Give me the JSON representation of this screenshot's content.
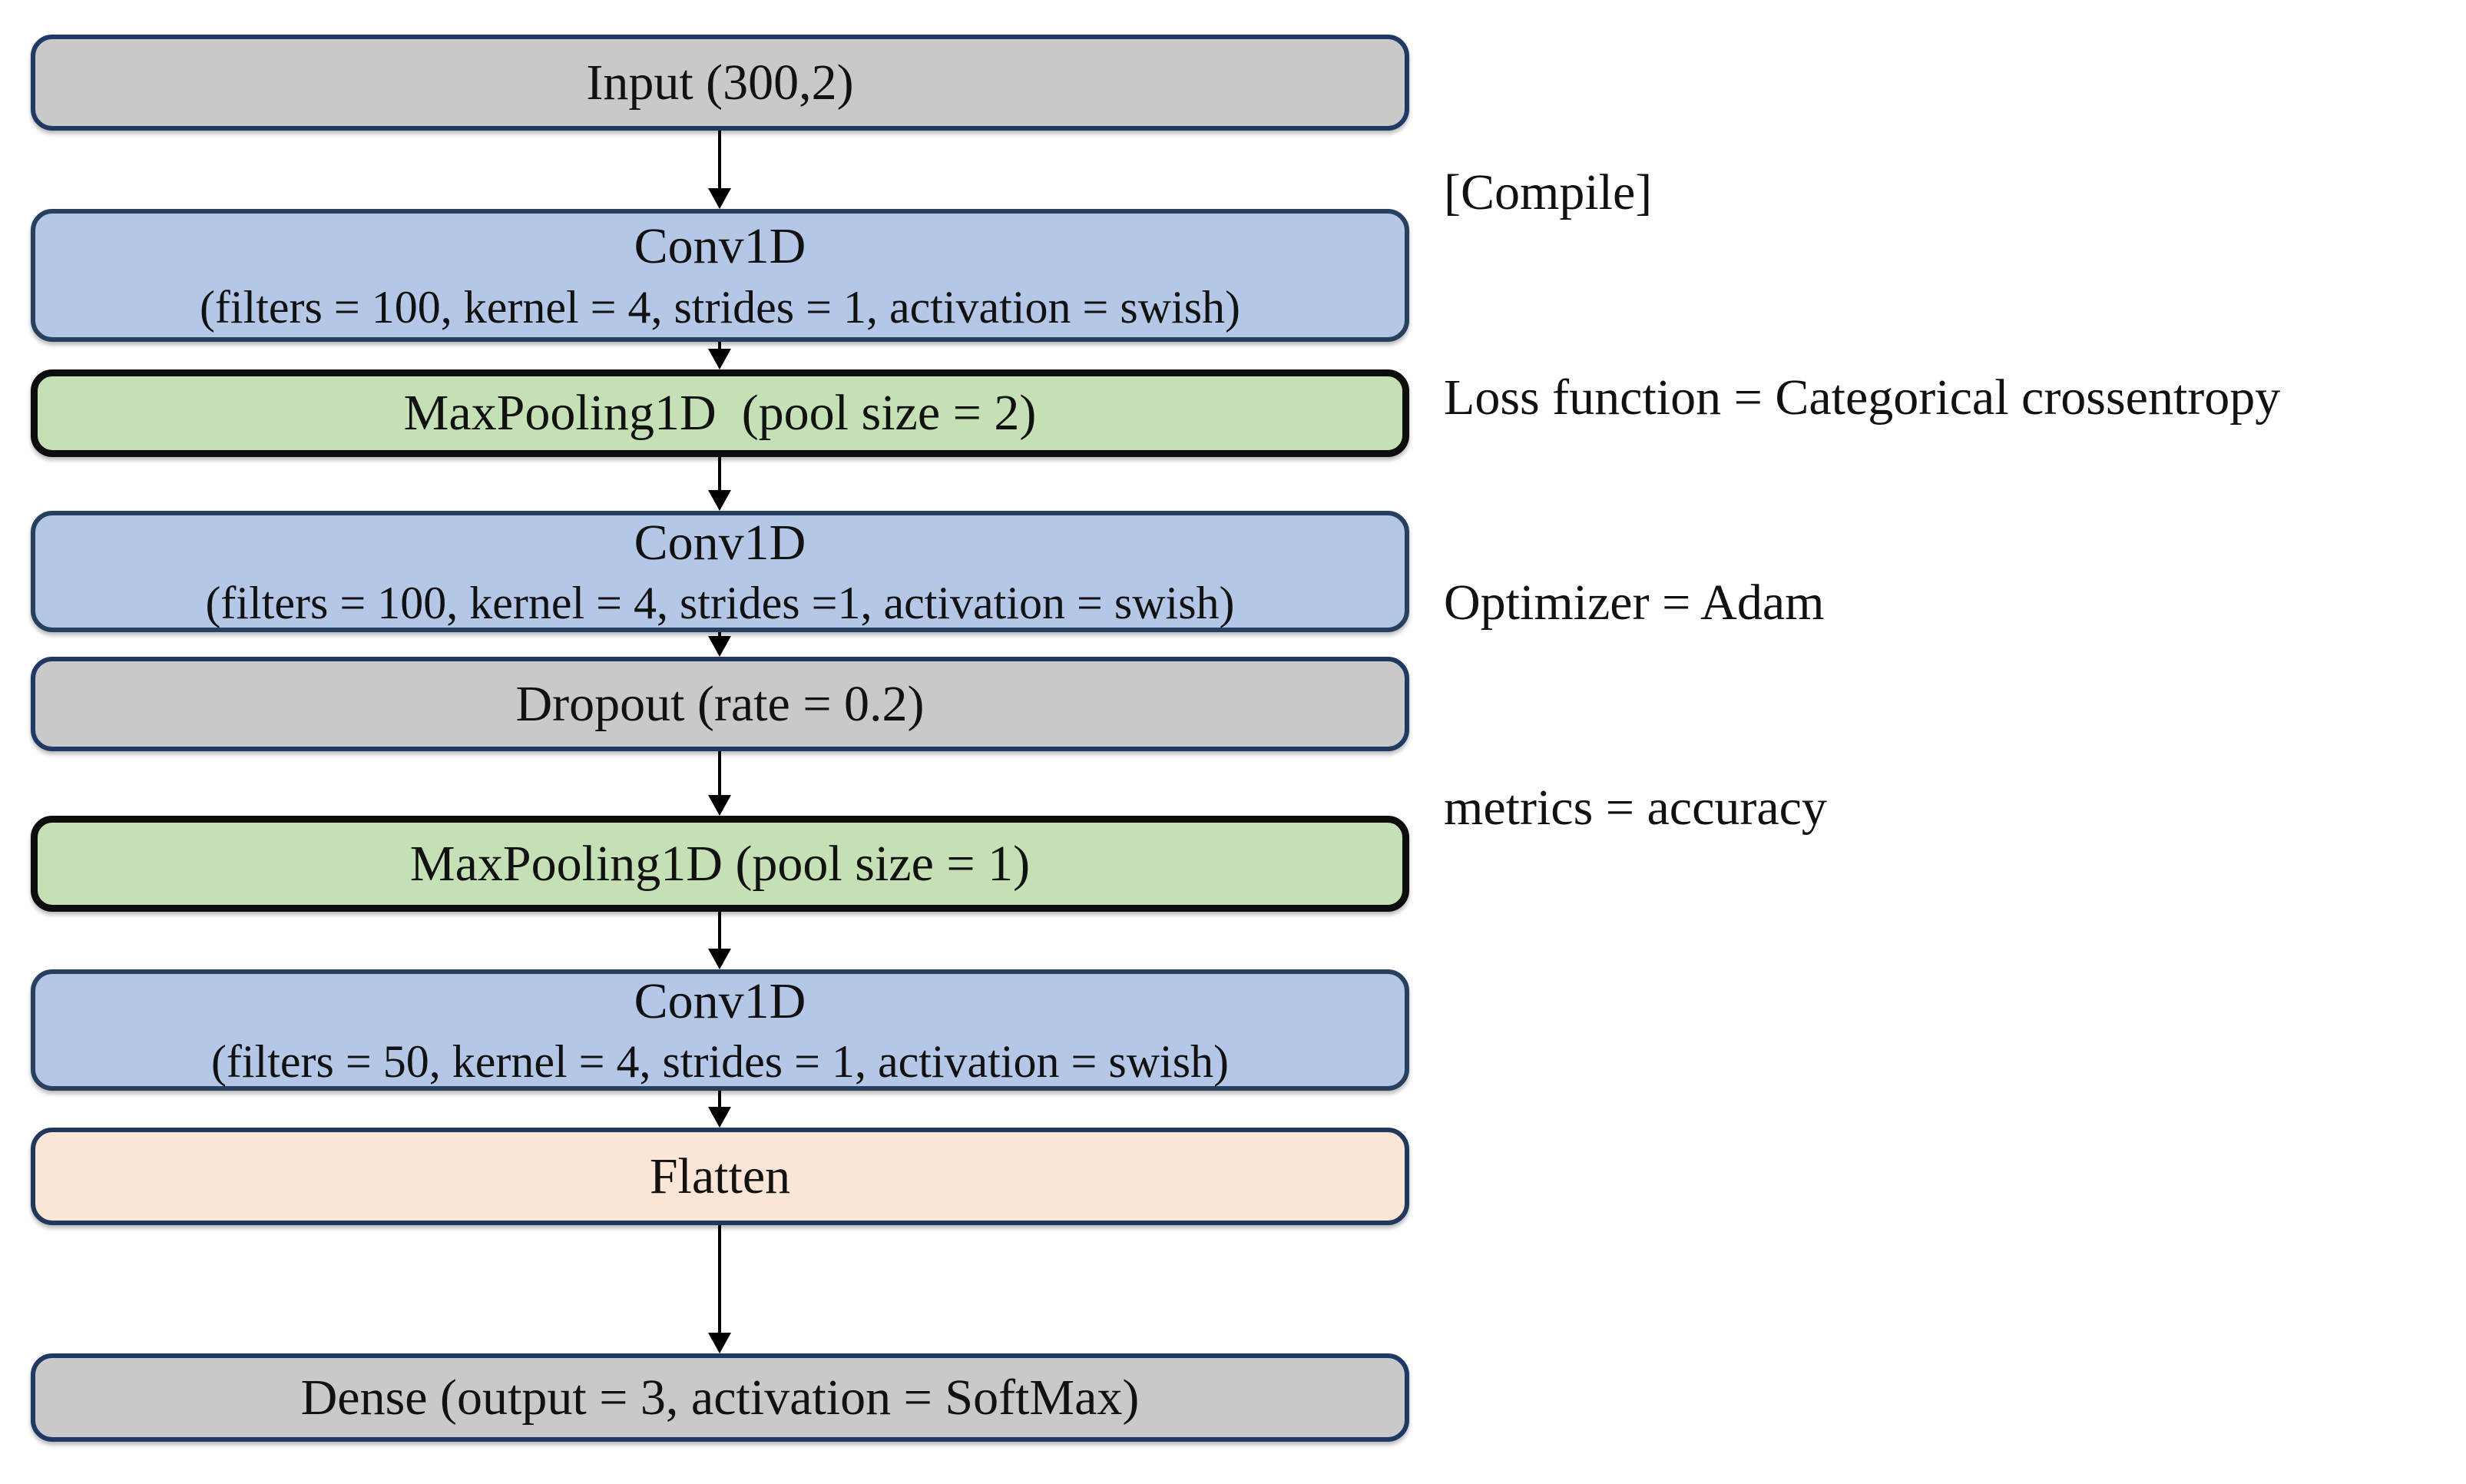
{
  "diagram": {
    "background": "#FFFFFF",
    "arrow_color": "#000000",
    "palette": {
      "gray_fill": "#C9C9C9",
      "blue_fill": "#B4C7E7",
      "green_fill": "#C5E0B4",
      "peach_fill": "#FBE5D6",
      "navy_border": "#1F3864",
      "black_border": "#0D0D0D"
    },
    "layers": [
      {
        "name": "input",
        "label": "Input (300,2)",
        "fill": "#C9C9C9",
        "border_color": "#1F3864"
      },
      {
        "name": "conv1d-1",
        "label": "Conv1D",
        "params": "(filters = 100, kernel = 4, strides = 1, activation = swish)",
        "fill": "#B4C7E7",
        "border_color": "#27405F"
      },
      {
        "name": "maxpooling1d-1",
        "label": "MaxPooling1D  (pool size = 2)",
        "fill": "#C5E0B4",
        "border_color": "#0D0D0D"
      },
      {
        "name": "conv1d-2",
        "label": "Conv1D",
        "params": "(filters = 100, kernel = 4, strides =1, activation = swish)",
        "fill": "#B4C7E7",
        "border_color": "#27405F"
      },
      {
        "name": "dropout",
        "label": "Dropout (rate = 0.2)",
        "fill": "#C9C9C9",
        "border_color": "#1F3864"
      },
      {
        "name": "maxpooling1d-2",
        "label": "MaxPooling1D (pool size = 1)",
        "fill": "#C5E0B4",
        "border_color": "#0D0D0D"
      },
      {
        "name": "conv1d-3",
        "label": "Conv1D",
        "params": "(filters = 50, kernel = 4, strides = 1, activation = swish)",
        "fill": "#B4C7E7",
        "border_color": "#27405F"
      },
      {
        "name": "flatten",
        "label": "Flatten",
        "fill": "#FBE5D6",
        "border_color": "#22375C"
      },
      {
        "name": "dense",
        "label": "Dense (output = 3, activation = SoftMax)",
        "fill": "#C9C9C9",
        "border_color": "#1F3864"
      }
    ],
    "compile_note": {
      "lines": [
        "[Compile]",
        "Loss function = Categorical crossentropy",
        "Optimizer = Adam",
        "metrics = accuracy"
      ]
    }
  }
}
